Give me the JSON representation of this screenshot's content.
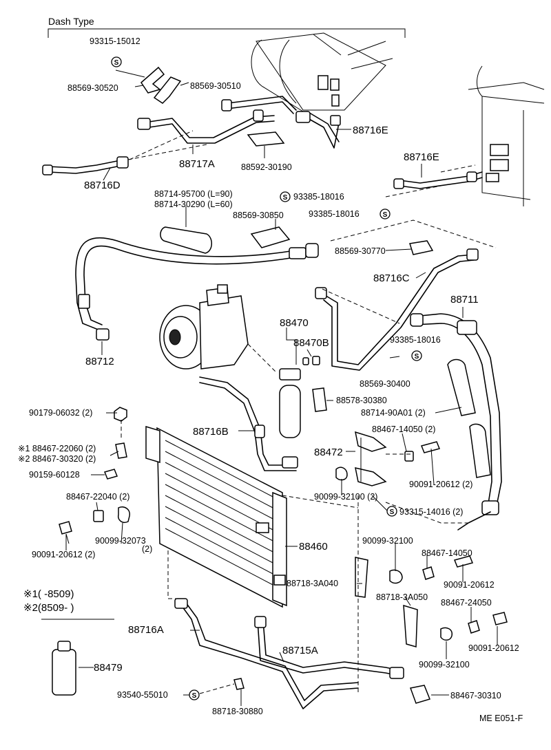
{
  "header": {
    "title": "Dash Type"
  },
  "footer": {
    "code": "ME  E051-F"
  },
  "legend_note": {
    "row1": "※1(      -8509)",
    "row2": "※2(8509-        )"
  },
  "s_symbol": "S",
  "parts": {
    "p1": "93315-15012",
    "p2": "88569-30520",
    "p3": "88569-30510",
    "p4": "88716E",
    "p5": "88717A",
    "p6": "88592-30190",
    "p7": "88716D",
    "p8": "88716E",
    "p9": "88714-95700 (L=90)",
    "p10": "88714-30290 (L=60)",
    "p11": "93385-18016",
    "p12": "93385-18016",
    "p13": "88569-30850",
    "p14": "88569-30770",
    "p15": "88716C",
    "p16": "88711",
    "p17": "88712",
    "p18": "88470",
    "p19": "88470B",
    "p20": "93385-18016",
    "p21": "88569-30400",
    "p22": "88578-30380",
    "p23": "88714-90A01 (2)",
    "p24": "90179-06032 (2)",
    "p25": "88716B",
    "p26": "※1 88467-22060 (2)",
    "p27": "※2 88467-30320 (2)",
    "p28": "90159-60128",
    "p29": "88472",
    "p30": "88467-14050 (2)",
    "p31": "90091-20612 (2)",
    "p32": "88467-22040 (2)",
    "p33": "90099-32100 (2)",
    "p34": "93315-14016 (2)",
    "p35": "90091-20612 (2)",
    "p36": "90099-32073",
    "p37": "(2)",
    "p38": "88460",
    "p39": "90099-32100",
    "p40": "88467-14050",
    "p41": "88718-3A040",
    "p42": "90091-20612",
    "p43": "88718-3A050",
    "p44": "88467-24050",
    "p45": "88716A",
    "p46": "90091-20612",
    "p47": "88715A",
    "p48": "88479",
    "p49": "90099-32100",
    "p50": "93540-55010",
    "p51": "88467-30310",
    "p52": "88718-30880"
  }
}
